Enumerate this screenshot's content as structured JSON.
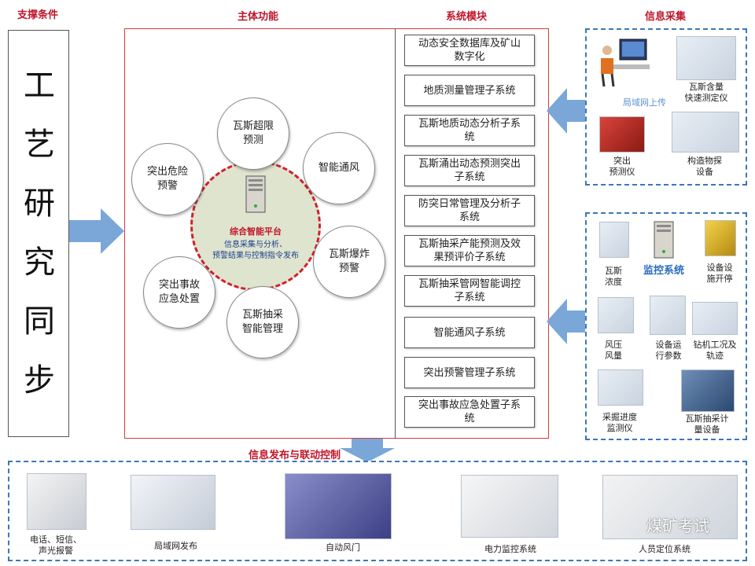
{
  "headers": {
    "support": "支撑条件",
    "main_function": "主体功能",
    "system_modules": "系统模块",
    "info_collect": "信息采集",
    "publish_control": "信息发布与联动控制"
  },
  "support_text": [
    "工",
    "艺",
    "研",
    "究",
    "同",
    "步"
  ],
  "center": {
    "title": "综合智能平台",
    "line1": "信息采集与分析、",
    "line2": "预警结果与控制指令发布"
  },
  "function_circles": [
    {
      "line1": "瓦斯超限",
      "line2": "预测"
    },
    {
      "line1": "智能通风",
      "line2": ""
    },
    {
      "line1": "瓦斯爆炸",
      "line2": "预警"
    },
    {
      "line1": "瓦斯抽采",
      "line2": "智能管理"
    },
    {
      "line1": "突出事故",
      "line2": "应急处置"
    },
    {
      "line1": "突出危险",
      "line2": "预警"
    }
  ],
  "modules": [
    {
      "line1": "动态安全数据库及矿山",
      "line2": "数字化"
    },
    {
      "line1": "地质测量管理子系统",
      "line2": ""
    },
    {
      "line1": "瓦斯地质动态分析子系",
      "line2": "统"
    },
    {
      "line1": "瓦斯涌出动态预测突出",
      "line2": "子系统"
    },
    {
      "line1": "防突日常管理及分析子",
      "line2": "系统"
    },
    {
      "line1": "瓦斯抽采产能预测及效",
      "line2": "果预评价子系统"
    },
    {
      "line1": "瓦斯抽采管网智能调控",
      "line2": "子系统"
    },
    {
      "line1": "智能通风子系统",
      "line2": ""
    },
    {
      "line1": "突出预警管理子系统",
      "line2": ""
    },
    {
      "line1": "突出事故应急处置子系",
      "line2": "统"
    }
  ],
  "collect_top": {
    "lan_upload": "局域网上传",
    "items": [
      {
        "line1": "瓦斯含量",
        "line2": "快速测定仪"
      },
      {
        "line1": "突出",
        "line2": "预测仪"
      },
      {
        "line1": "构造物探",
        "line2": "设备"
      }
    ]
  },
  "collect_bottom": {
    "monitor_label": "监控系统",
    "items": [
      {
        "line1": "瓦斯",
        "line2": "浓度"
      },
      {
        "line1": "设备设",
        "line2": "施开停"
      },
      {
        "line1": "风压",
        "line2": "风量"
      },
      {
        "line1": "设备运",
        "line2": "行参数"
      },
      {
        "line1": "钻机工况及",
        "line2": "轨迹"
      },
      {
        "line1": "采掘进度",
        "line2": "监测仪"
      },
      {
        "line1": "瓦斯抽采计",
        "line2": "量设备"
      }
    ]
  },
  "publish_items": [
    {
      "line1": "电话、短信、",
      "line2": "声光报警"
    },
    {
      "line1": "局域网发布",
      "line2": ""
    },
    {
      "line1": "自动风门",
      "line2": ""
    },
    {
      "line1": "电力监控系统",
      "line2": ""
    },
    {
      "line1": "人员定位系统",
      "line2": ""
    }
  ],
  "watermark": "煤矿考试",
  "colors": {
    "header_red": "#c0152a",
    "arrow_blue": "#7aa7d8",
    "dash_blue": "#3a78b8",
    "center_red": "#d0202a"
  }
}
